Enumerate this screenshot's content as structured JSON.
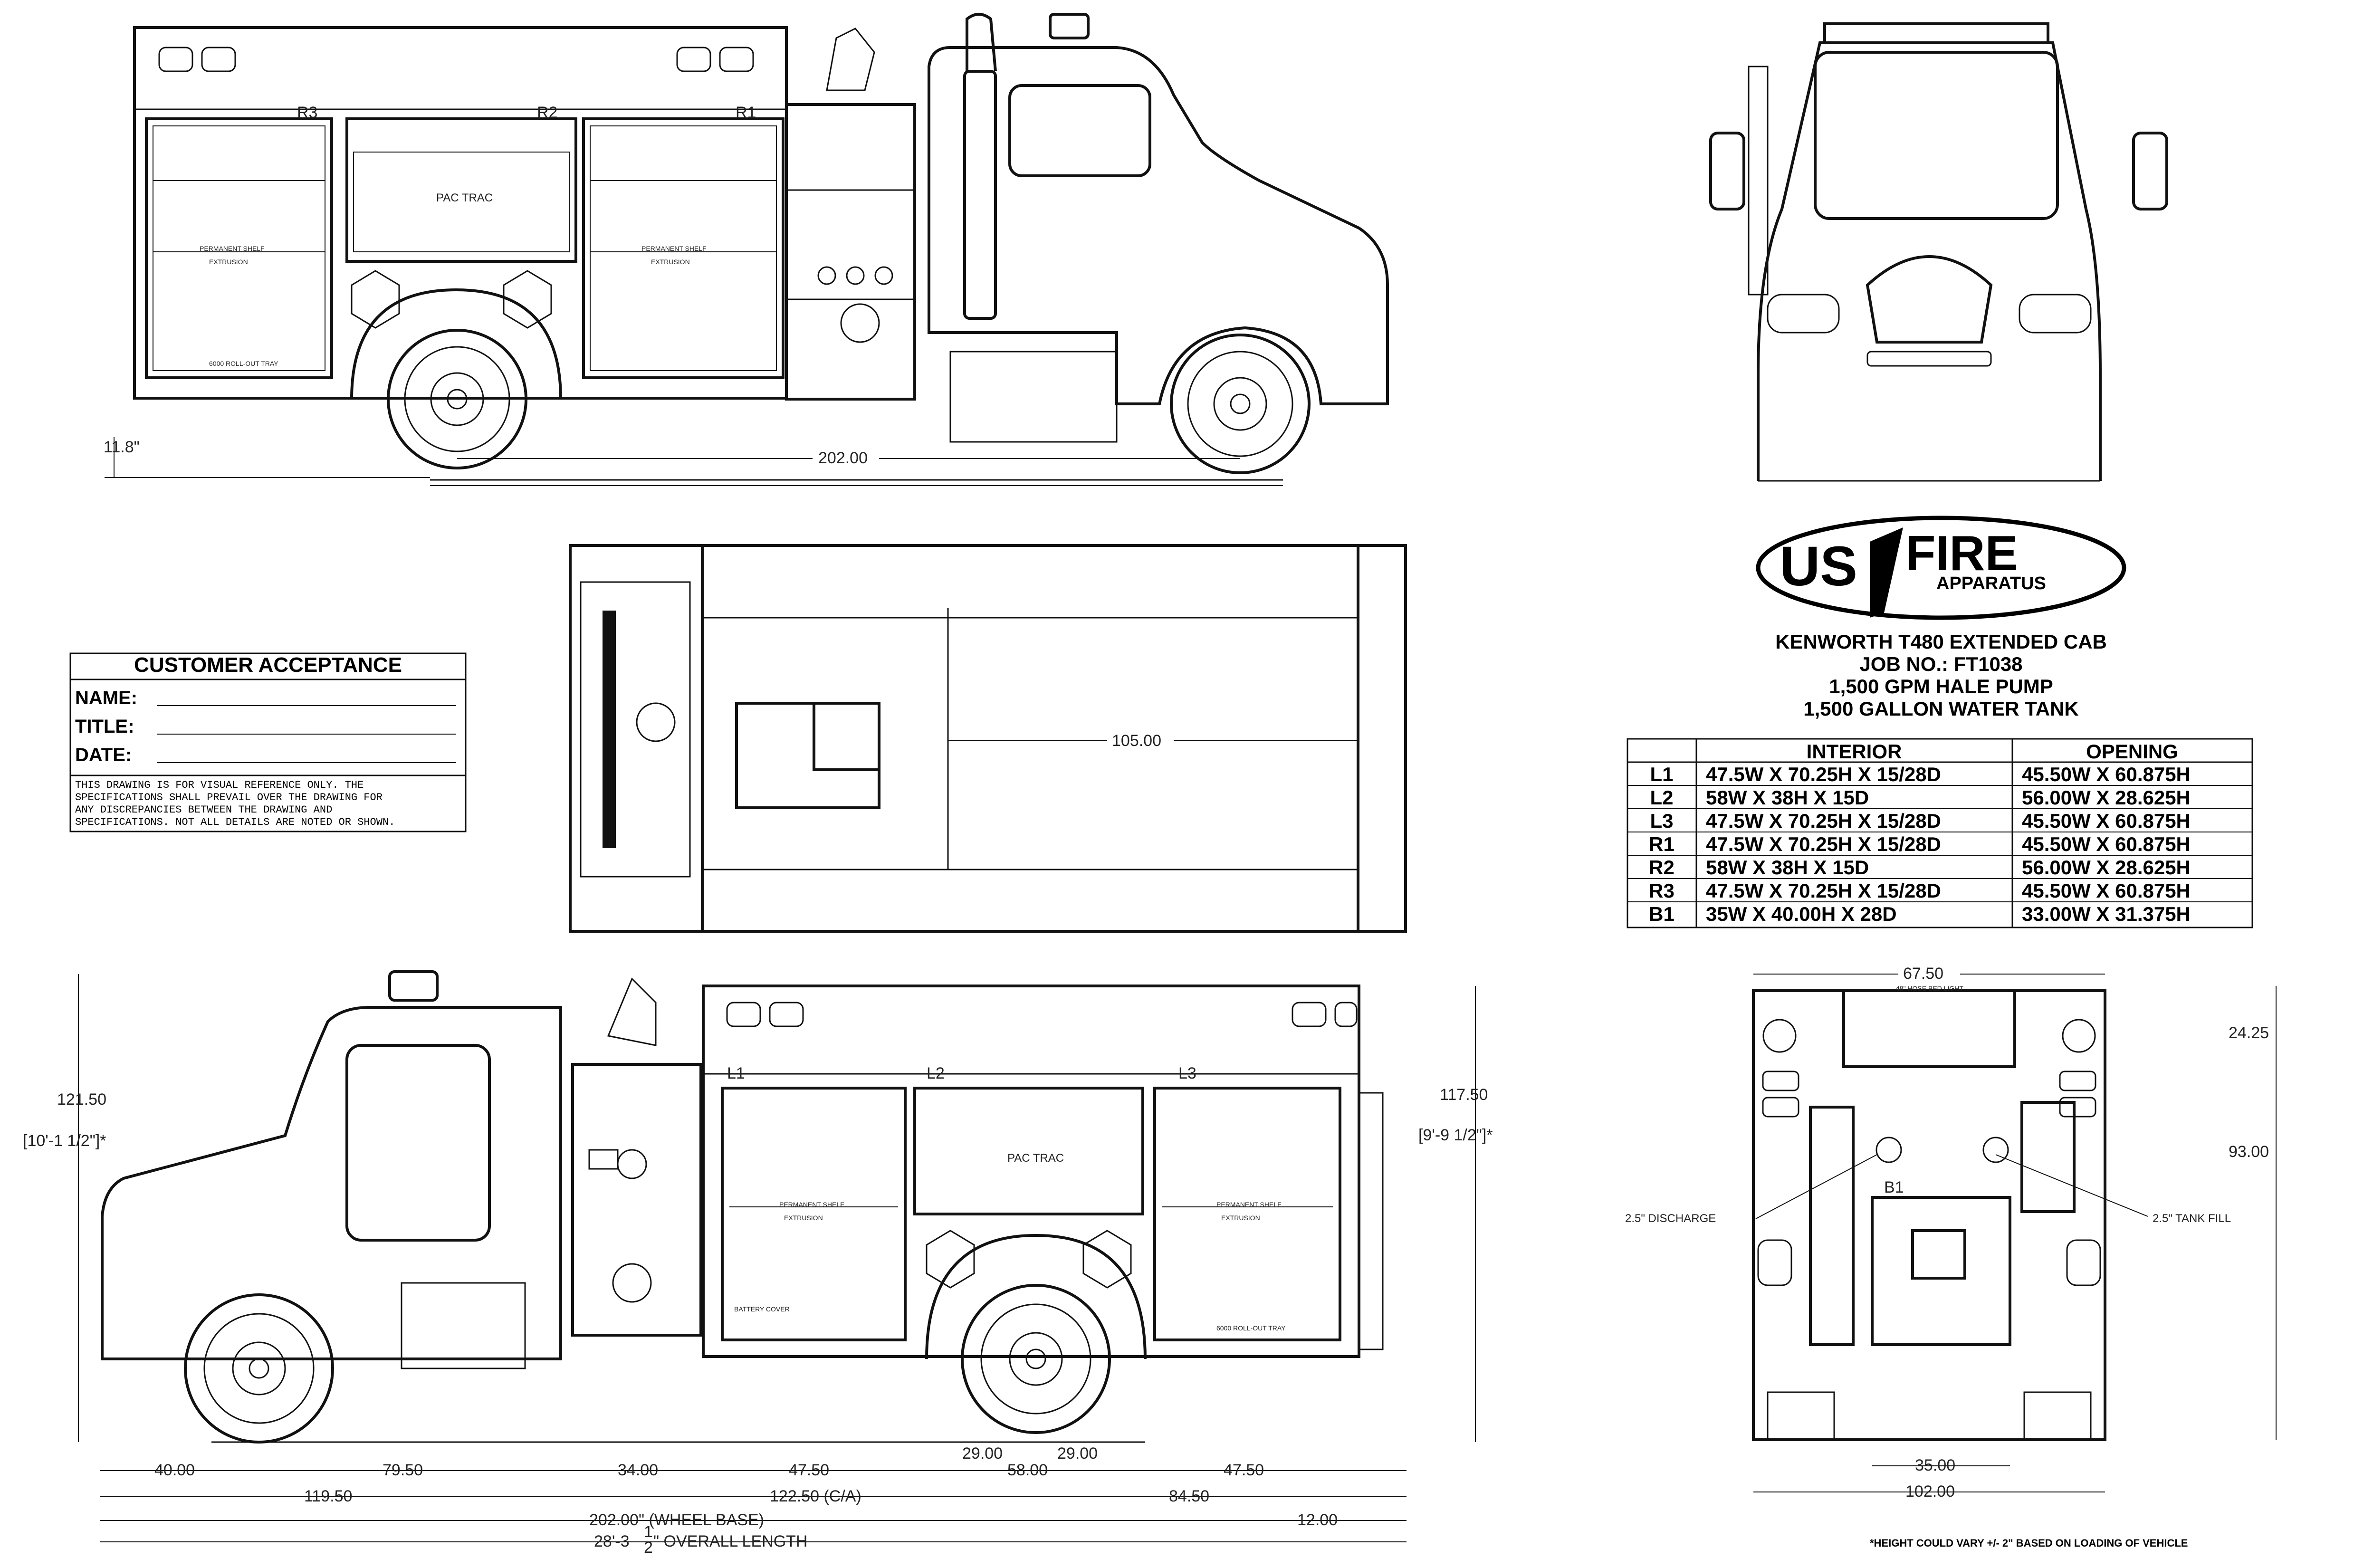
{
  "logo": {
    "brand_left": "US",
    "brand_right": "FIRE",
    "brand_sub": "APPARATUS"
  },
  "title_block": {
    "line1": "KENWORTH T480 EXTENDED CAB",
    "line2": "JOB NO.: FT1038",
    "line3": "1,500 GPM HALE PUMP",
    "line4": "1,500 GALLON WATER TANK"
  },
  "compartment_table": {
    "headers": [
      "",
      "INTERIOR",
      "OPENING"
    ],
    "rows": [
      {
        "id": "L1",
        "interior": "47.5W X 70.25H X 15/28D",
        "opening": "45.50W X 60.875H"
      },
      {
        "id": "L2",
        "interior": "58W X 38H X 15D",
        "opening": "56.00W X 28.625H"
      },
      {
        "id": "L3",
        "interior": "47.5W X 70.25H X 15/28D",
        "opening": "45.50W X 60.875H"
      },
      {
        "id": "R1",
        "interior": "47.5W X 70.25H X 15/28D",
        "opening": "45.50W X 60.875H"
      },
      {
        "id": "R2",
        "interior": "58W X 38H X 15D",
        "opening": "56.00W X 28.625H"
      },
      {
        "id": "R3",
        "interior": "47.5W X 70.25H X 15/28D",
        "opening": "45.50W X 60.875H"
      },
      {
        "id": "B1",
        "interior": "35W X 40.00H X 28D",
        "opening": "33.00W X 31.375H"
      }
    ]
  },
  "customer_acceptance": {
    "title": "CUSTOMER ACCEPTANCE",
    "name_label": "NAME:",
    "title_label": "TITLE:",
    "date_label": "DATE:",
    "disclaimer": [
      "THIS DRAWING IS FOR VISUAL REFERENCE ONLY. THE",
      "SPECIFICATIONS SHALL PREVAIL OVER THE DRAWING FOR",
      "ANY DISCREPANCIES BETWEEN THE DRAWING AND",
      "SPECIFICATIONS. NOT ALL DETAILS ARE NOTED OR SHOWN."
    ]
  },
  "top_side_view": {
    "dim_wheelbase": "202.00",
    "dim_ground": "11.8\"",
    "labels": {
      "r3": "R3",
      "r2": "R2",
      "r1": "R1",
      "pac_trac": "PAC TRAC",
      "shelf1": "PERMANENT SHELF",
      "extrusion1": "EXTRUSION",
      "shelf2": "PERMANENT SHELF",
      "extrusion2": "EXTRUSION",
      "tray": "6000 ROLL-OUT TRAY"
    }
  },
  "plan_view": {
    "dim_length": "105.00"
  },
  "bottom_side_view": {
    "dim_height": "121.50",
    "dim_height_ft": "[10'-1 1/2\"]*",
    "dim_body_height": "117.50",
    "dim_body_height_ft": "[9'-9 1/2\"]*",
    "row1": [
      "40.00",
      "79.50",
      "34.00",
      "47.50",
      "29.00",
      "29.00",
      "47.50"
    ],
    "dim_58": "58.00",
    "row2": [
      "119.50",
      "122.50 (C/A)",
      "84.50"
    ],
    "dim_wheelbase": "202.00\" (WHEEL BASE)",
    "dim_12": "12.00",
    "dim_overall": "28'-3",
    "dim_overall_frac_top": "1",
    "dim_overall_frac_bot": "2",
    "dim_overall_suffix": "\" OVERALL LENGTH",
    "labels": {
      "l1": "L1",
      "l2": "L2",
      "l3": "L3",
      "pac_trac": "PAC TRAC",
      "shelf1": "PERMANENT SHELF",
      "extrusion1": "EXTRUSION",
      "shelf2": "PERMANENT SHELF",
      "extrusion2": "EXTRUSION",
      "tray": "6000 ROLL-OUT TRAY",
      "battery": "BATTERY COVER"
    }
  },
  "rear_view": {
    "dim_width_top": "67.50",
    "dim_top": "24.25",
    "dim_side": "93.00",
    "dim_35": "35.00",
    "dim_102": "102.00",
    "b1": "B1",
    "discharge": "2.5\" DISCHARGE",
    "tank_fill": "2.5\" TANK FILL",
    "scene_light": "48\" HOSE BED LIGHT"
  },
  "footnote": "*HEIGHT COULD VARY +/- 2\" BASED ON LOADING OF VEHICLE"
}
